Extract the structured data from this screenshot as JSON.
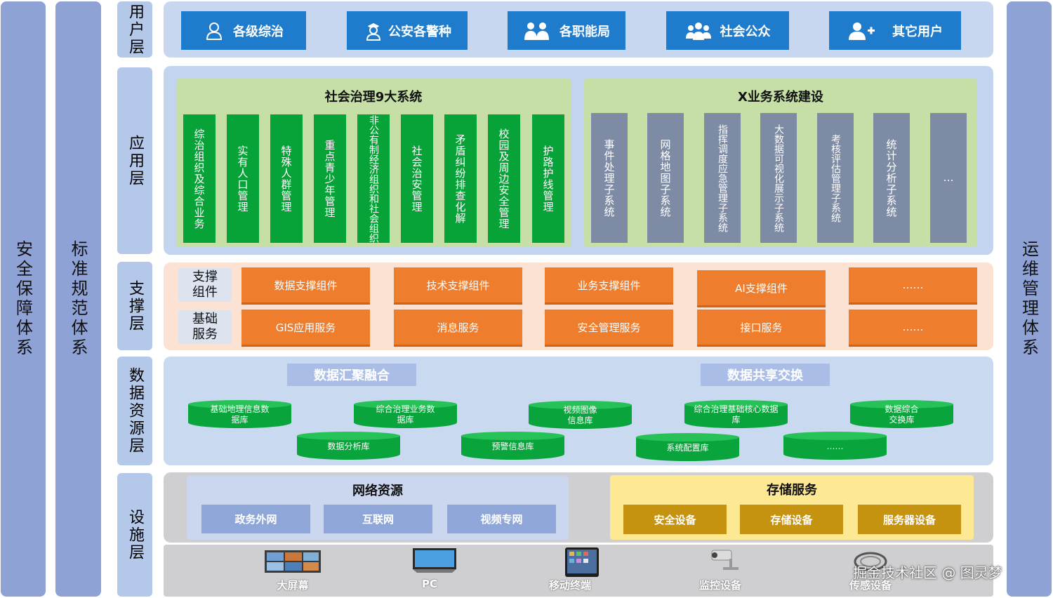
{
  "side_systems": {
    "left_outer": "安全保障体系",
    "left_inner": "标准规范体系",
    "right": "运维管理体系"
  },
  "layers": {
    "user": "用户层",
    "application": "应用层",
    "support": "支撑层",
    "data": "数据资源层",
    "infrastructure": "设施层"
  },
  "user_layer": {
    "items": [
      {
        "label": "各级综治",
        "icon": "user-icon"
      },
      {
        "label": "公安各警种",
        "icon": "police-icon"
      },
      {
        "label": "各职能局",
        "icon": "users-icon"
      },
      {
        "label": "社会公众",
        "icon": "group-icon"
      },
      {
        "label": "其它用户",
        "icon": "user-plus-icon"
      }
    ]
  },
  "application_layer": {
    "governance": {
      "title": "社会治理9大系统",
      "systems": [
        "综治组织及综合业务",
        "实有人口管理",
        "特殊人群管理",
        "重点青少年管理",
        "非公有制经济组织和社会组织",
        "社会治安管理",
        "矛盾纠纷排查化解",
        "校园及周边安全管理",
        "护路护线管理"
      ]
    },
    "business": {
      "title": "X业务系统建设",
      "systems": [
        "事件处理子系统",
        "网格地图子系统",
        "指挥调度应急管理子系统",
        "大数据可视化展示子系统",
        "考核评估管理子系统",
        "统计分析子系统",
        "…"
      ]
    }
  },
  "support_layer": {
    "row1_label": "支撑组件",
    "row2_label": "基础服务",
    "row1": [
      "数据支撑组件",
      "技术支撑组件",
      "业务支撑组件",
      "AI支撑组件",
      "……"
    ],
    "row2": [
      "GIS应用服务",
      "消息服务",
      "安全管理服务",
      "接口服务",
      "……"
    ]
  },
  "data_layer": {
    "aggregation_title": "数据汇聚融合",
    "sharing_title": "数据共享交换",
    "databases": [
      "基础地理信息数据库",
      "综合治理业务数据库",
      "视频图像信息库",
      "综合治理基础核心数据库",
      "数据综合交换库",
      "数据分析库",
      "预警信息库",
      "系统配置库",
      "……"
    ]
  },
  "infrastructure_layer": {
    "network": {
      "title": "网络资源",
      "items": [
        "政务外网",
        "互联网",
        "视频专网"
      ]
    },
    "storage": {
      "title": "存储服务",
      "items": [
        "安全设备",
        "存储设备",
        "服务器设备"
      ]
    },
    "devices": [
      {
        "label": "大屏幕",
        "icon": "video-wall-icon"
      },
      {
        "label": "PC",
        "icon": "monitor-icon"
      },
      {
        "label": "移动终端",
        "icon": "tablet-icon"
      },
      {
        "label": "监控设备",
        "icon": "camera-icon"
      },
      {
        "label": "传感设备",
        "icon": "sensor-icon"
      }
    ]
  },
  "watermark": "掘金技术社区 @ 图灵梦"
}
